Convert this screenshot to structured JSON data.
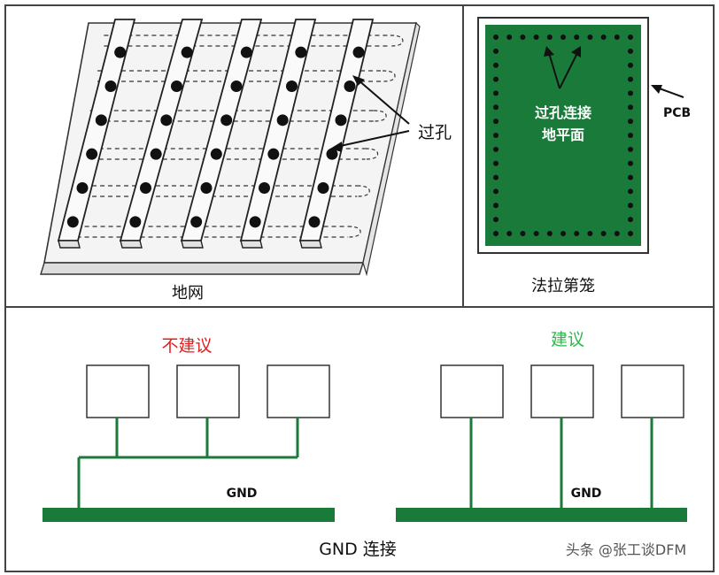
{
  "panels": {
    "ground_mesh": {
      "caption": "地网",
      "via_label": "过孔"
    },
    "faraday_cage": {
      "caption": "法拉第笼",
      "center_label_line1": "过孔连接",
      "center_label_line2": "地平面",
      "pcb_label": "PCB"
    },
    "gnd_connection": {
      "caption": "GND 连接",
      "bad_label": "不建议",
      "good_label": "建议",
      "gnd_label_left": "GND",
      "gnd_label_right": "GND"
    }
  },
  "watermark": "头条 @张工谈DFM",
  "colors": {
    "pcb_green": "#1a7a3a",
    "not_recommended": "#e02020",
    "recommended": "#2db84a",
    "line": "#333333"
  }
}
